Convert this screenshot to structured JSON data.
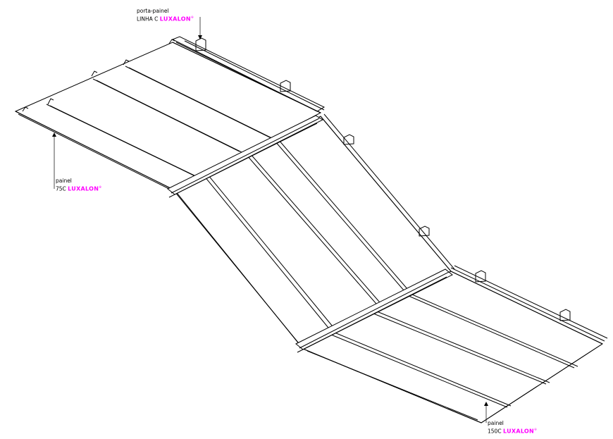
{
  "brand": {
    "name": "LUXALON",
    "mark": "®",
    "color": "#ff00ff"
  },
  "labels": {
    "carrier": {
      "line1": "porta-painel",
      "line2_prefix": "LINHA C"
    },
    "panel_75c": {
      "line1": "painel",
      "line2_prefix": "75C"
    },
    "panel_150c": {
      "line1": "painel",
      "line2_prefix": "150C"
    }
  }
}
